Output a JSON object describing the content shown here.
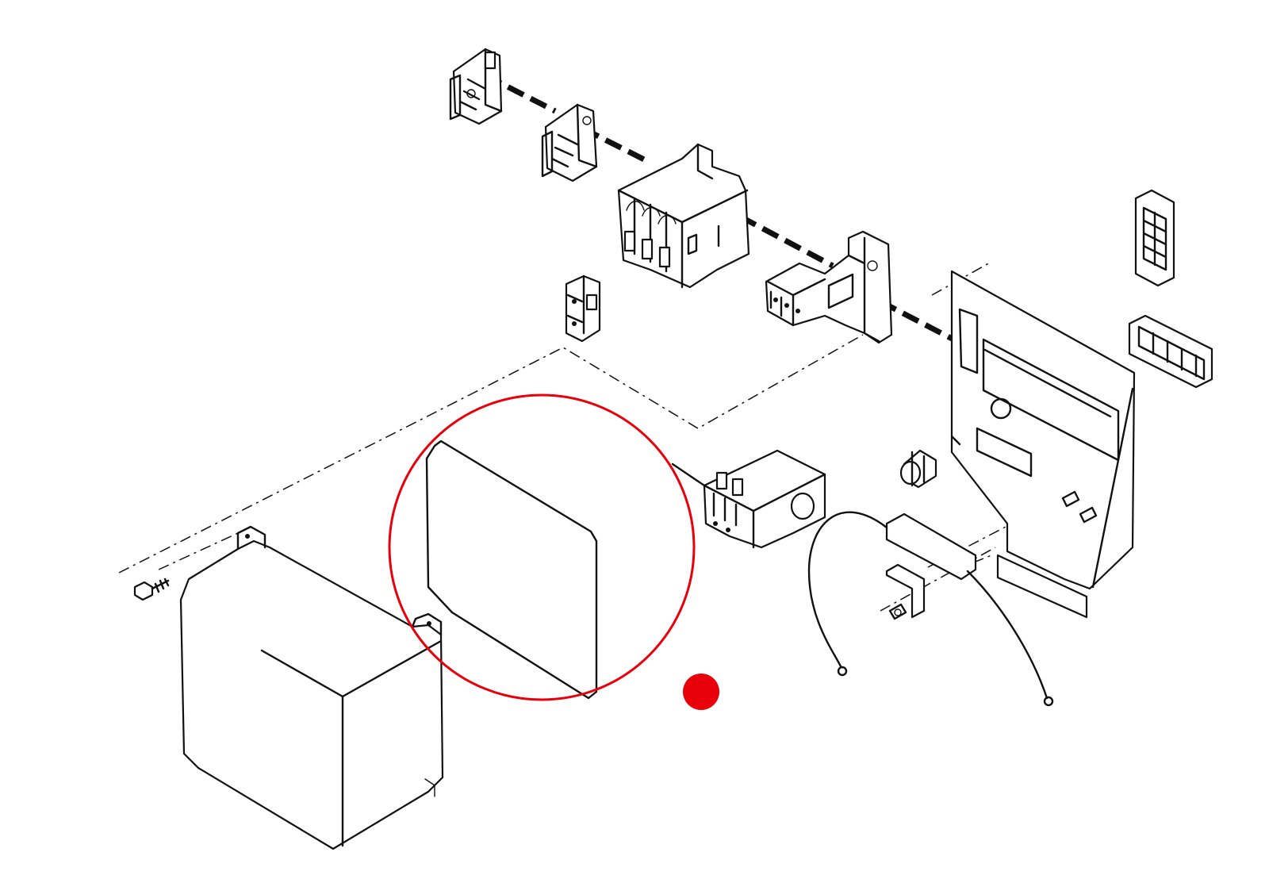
{
  "diagram": {
    "kind": "exploded-parts-view",
    "callout": {
      "shape": "circle",
      "color": "#e8000b",
      "marks": "gasket"
    },
    "indicator_dot": {
      "color": "#e8000b"
    },
    "parts": [
      "terminal-block",
      "terminal-block",
      "contactor",
      "overload-relay-base",
      "auxiliary-switch",
      "mounting-plate",
      "connector-socket",
      "connector-plug",
      "cable-gland",
      "thermal-overload-relay",
      "enclosure-cover",
      "cover-screw",
      "gasket",
      "wire-harness",
      "earth-connector",
      "grub-screws"
    ]
  }
}
